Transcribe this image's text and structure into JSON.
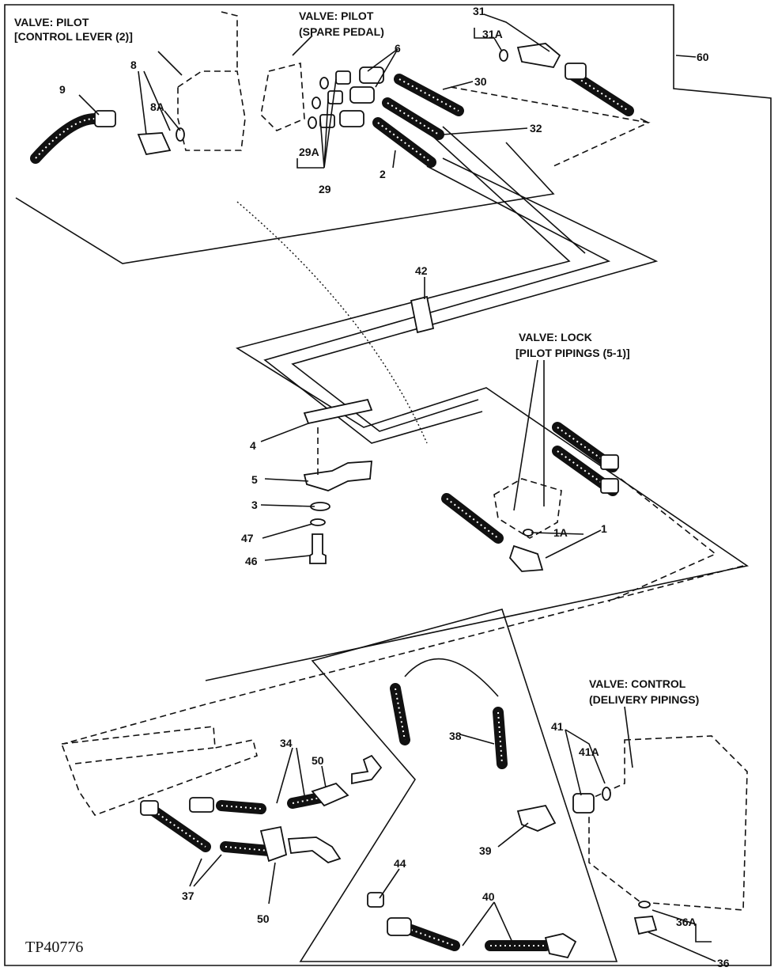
{
  "callouts": {
    "c1": "1",
    "c1A": "1A",
    "c2": "2",
    "c3": "3",
    "c4": "4",
    "c5": "5",
    "c6": "6",
    "c8": "8",
    "c8A": "8A",
    "c9": "9",
    "c29": "29",
    "c29A": "29A",
    "c30": "30",
    "c31": "31",
    "c31A": "31A",
    "c32": "32",
    "c34": "34",
    "c36": "36",
    "c36A": "36A",
    "c37": "37",
    "c38": "38",
    "c39": "39",
    "c40": "40",
    "c41": "41",
    "c41A": "41A",
    "c42": "42",
    "c44": "44",
    "c46": "46",
    "c47": "47",
    "c50a": "50",
    "c50b": "50",
    "c60": "60"
  },
  "titles": {
    "pilot_control_1": "VALVE: PILOT",
    "pilot_control_2": "[CONTROL LEVER (2)]",
    "pilot_spare_1": "VALVE: PILOT",
    "pilot_spare_2": "(SPARE PEDAL)",
    "lock_1": "VALVE: LOCK",
    "lock_2": "[PILOT PIPINGS (5-1)]",
    "control_1": "VALVE: CONTROL",
    "control_2": "(DELIVERY PIPINGS)"
  },
  "figure_code": "TP40776"
}
